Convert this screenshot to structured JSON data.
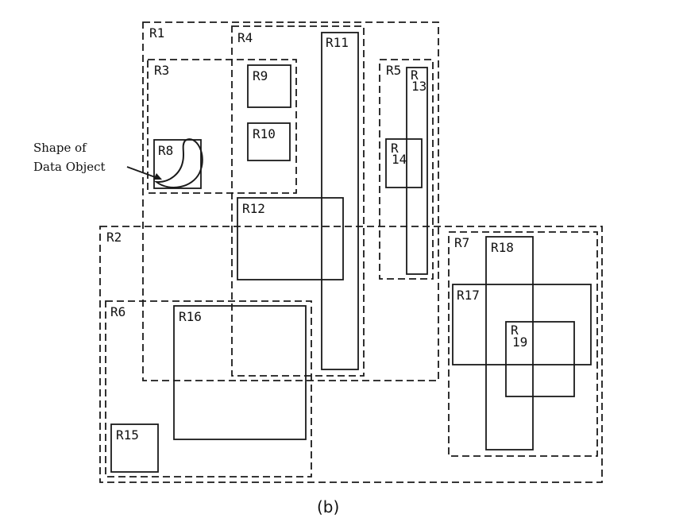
{
  "diagram": {
    "labels": {
      "R1": "R1",
      "R2": "R2",
      "R3": "R3",
      "R4": "R4",
      "R5": "R5",
      "R6": "R6",
      "R7": "R7",
      "R8": "R8",
      "R9": "R9",
      "R10": "R10",
      "R11": "R11",
      "R12": "R12",
      "R13_line1": "R",
      "R13_line2": "13",
      "R14_line1": "R",
      "R14_line2": "14",
      "R15": "R15",
      "R16": "R16",
      "R17": "R17",
      "R18": "R18",
      "R19_line1": "R",
      "R19_line2": "19"
    },
    "annotation": {
      "line1": "Shape of",
      "line2": "Data Object"
    },
    "caption": "(b)"
  }
}
